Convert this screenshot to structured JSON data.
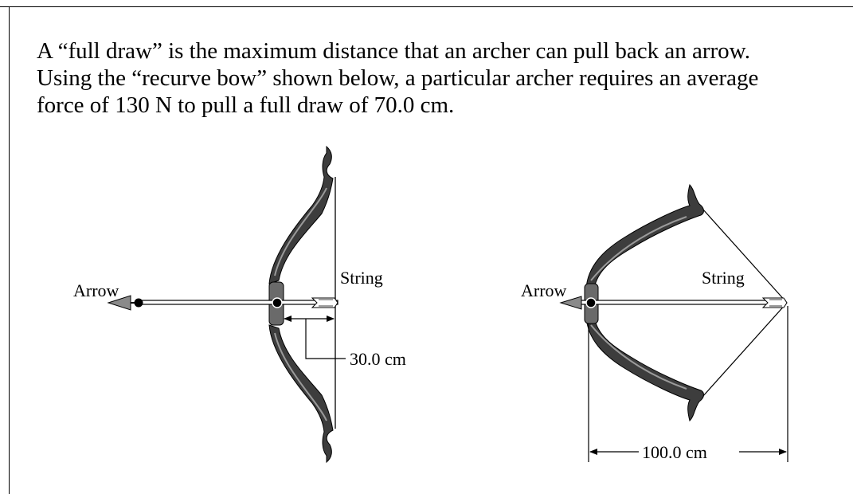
{
  "problem": {
    "line1": "A “full draw” is the maximum distance that an archer can pull back an arrow.",
    "line2": "Using the “recurve bow” shown below, a particular archer requires an average",
    "line3": "force of  130 N  to pull a full draw of  70.0 cm."
  },
  "left_diagram": {
    "arrow_label": "Arrow",
    "string_label": "String",
    "dimension_label": "30.0 cm"
  },
  "right_diagram": {
    "arrow_label": "Arrow",
    "string_label": "String",
    "dimension_label": "100.0 cm"
  },
  "colors": {
    "limb": "#3d3d3d",
    "limb_highlight": "#9a9a9a",
    "grip": "#6a6a6a",
    "line": "#000000"
  }
}
